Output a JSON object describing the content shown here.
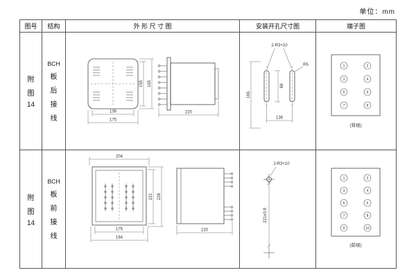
{
  "page": {
    "unit_label": "单位：mm"
  },
  "table": {
    "headers": [
      "图号",
      "结构",
      "外 形 尺 寸 图",
      "安装开孔尺寸图",
      "端子图"
    ]
  },
  "rows": [
    {
      "fig_chars": [
        "附",
        "图",
        "14"
      ],
      "structure_chars": [
        "BCH",
        "板",
        "后",
        "接",
        "线"
      ],
      "outline": {
        "dim_width_inner": "136",
        "dim_width_outer": "175",
        "dim_height_inner": "155",
        "dim_height_outer": "165",
        "dim_depth": "220"
      },
      "mounting": {
        "slot_note": "2-R3+10",
        "radius_note": "R5",
        "dim_height": "165",
        "dim_slot": "68",
        "dim_width": "136"
      },
      "terminal": {
        "left_numbers": [
          "1",
          "3",
          "5",
          "7"
        ],
        "right_numbers": [
          "2",
          "4",
          "6",
          "8"
        ],
        "view_note": "(背视)"
      }
    },
    {
      "fig_chars": [
        "附",
        "图",
        "14"
      ],
      "structure_chars": [
        "BCH",
        "板",
        "前",
        "接",
        "线"
      ],
      "outline": {
        "dim_top": "204",
        "dim_width_inner": "175",
        "dim_width_outer": "194",
        "dim_height_inner": "221",
        "dim_height_outer": "228",
        "dim_depth": "220"
      },
      "mounting": {
        "slot_note": "2-R3+10",
        "dim_height": "221±0.8"
      },
      "terminal": {
        "left_numbers": [
          "1",
          "3",
          "5",
          "7",
          "9"
        ],
        "right_numbers": [
          "2",
          "4",
          "6",
          "8",
          "10"
        ],
        "view_note": "(前视)"
      }
    }
  ]
}
